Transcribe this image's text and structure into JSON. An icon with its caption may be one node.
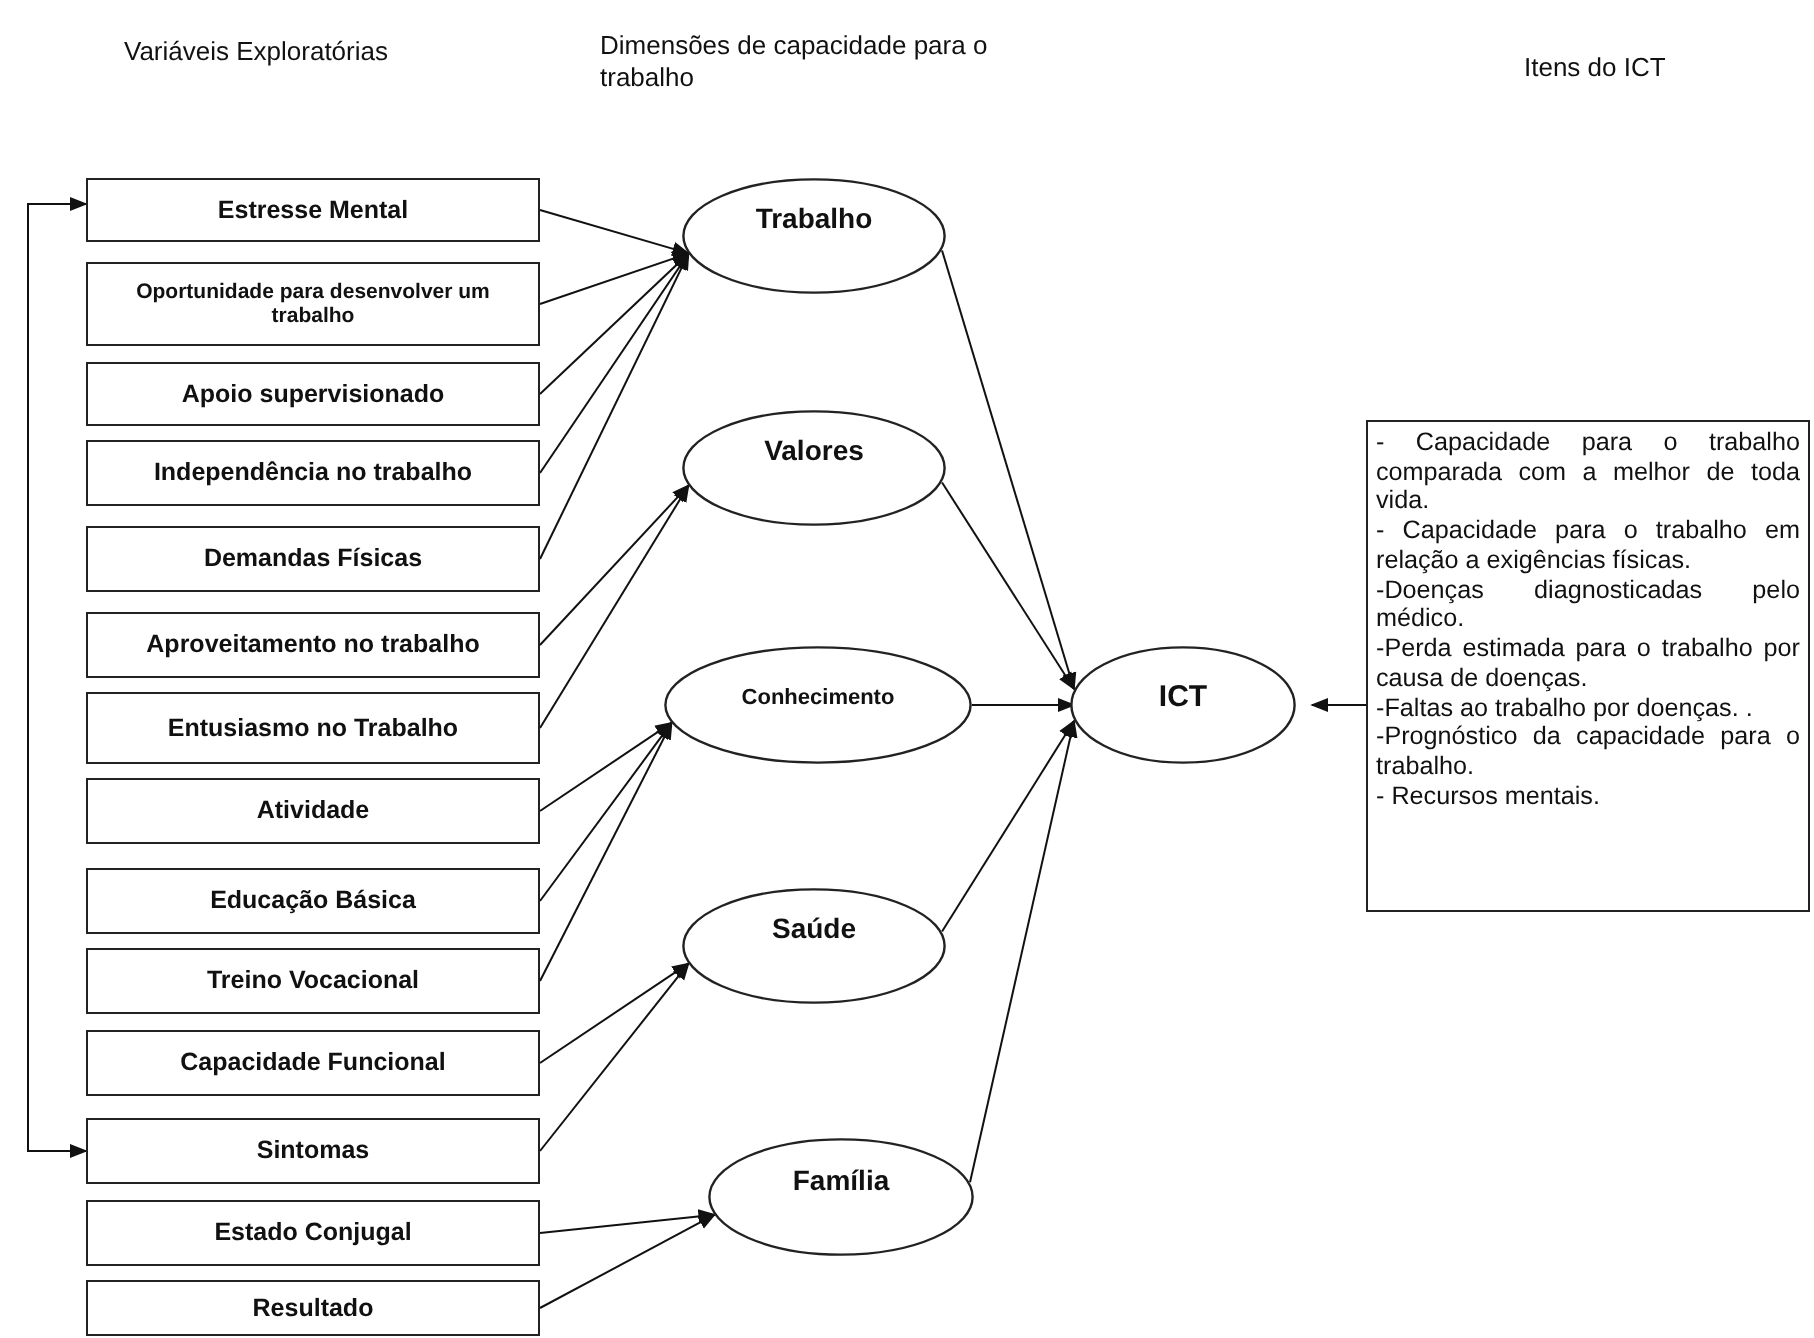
{
  "diagram": {
    "nodes": [
      {
        "text": [
          "Estresse Mental"
        ]
      },
      {
        "text": [
          "Oportunidade para desenvolver um trabalho"
        ]
      },
      {
        "text": [
          "Apoio supervisionado"
        ]
      },
      {
        "text": [
          "Independência **no** trabalho"
        ]
      },
      {
        "text": [
          "Demandas Físicas"
        ]
      },
      {
        "text": [
          "Aproveitamento no trabalho"
        ]
      },
      {
        "text": [
          "Entusiasmo no Trabalho"
        ]
      },
      {
        "text": [
          "Atividade"
        ]
      },
      {
        "text": [
          "Educação Básica"
        ]
      },
      {
        "text": [
          "Treino Vocacional"
        ]
      },
      {
        "text": [
          "Capacidade Funcional"
        ]
      },
      {
        "text": [
          "Sintomas"
        ]
      },
      {
        "text": [
          "Estado Conjugal"
        ]
      },
      {
        "text": [
          "Resultado"
        ]
      },
      {
        "text": [
          "Trabalho"
        ]
      },
      {
        "text": [
          "Valores"
        ]
      },
      {
        "text": [
          "Conhecimento"
        ]
      },
      {
        "text": [
          "Saúde"
        ]
      },
      {
        "text": [
          "Família"
        ]
      },
      {
        "text": [
          "ICT"
        ]
      },
      {
        "text": [
          "- Capacidade para o trabalho comparada com a melhor de toda vida.",
          "- Capacidade para o trabalho em relação a exigências físicas.",
          "-Doenças diagnosticadas pelo médico.",
          "-Perda estimada para o trabalho por causa de doenças.",
          "-Faltas ao trabalho por doenças. .",
          "-Prognóstico da capacidade para o trabalho.",
          "- Recursos mentais."
        ]
      }
    ],
    "edges": [
      {
        "from": 11,
        "to": 0,
        "arrow": "both"
      },
      {
        "from": 0,
        "to": 14,
        "arrow": "to"
      },
      {
        "from": 1,
        "to": 14,
        "arrow": "to"
      },
      {
        "from": 2,
        "to": 14,
        "arrow": "to"
      },
      {
        "from": 3,
        "to": 14,
        "arrow": "to"
      },
      {
        "from": 4,
        "to": 14,
        "arrow": "to"
      },
      {
        "from": 5,
        "to": 15,
        "arrow": "to"
      },
      {
        "from": 6,
        "to": 15,
        "arrow": "to"
      },
      {
        "from": 7,
        "to": 16,
        "arrow": "to"
      },
      {
        "from": 8,
        "to": 16,
        "arrow": "to"
      },
      {
        "from": 9,
        "to": 16,
        "arrow": "to"
      },
      {
        "from": 10,
        "to": 17,
        "arrow": "to"
      },
      {
        "from": 11,
        "to": 17,
        "arrow": "to"
      },
      {
        "from": 12,
        "to": 18,
        "arrow": "to"
      },
      {
        "from": 13,
        "to": 18,
        "arrow": "to"
      },
      {
        "from": 14,
        "to": 19,
        "arrow": "to"
      },
      {
        "from": 15,
        "to": 19,
        "arrow": "to"
      },
      {
        "from": 16,
        "to": 19,
        "arrow": "to"
      },
      {
        "from": 17,
        "to": 19,
        "arrow": "to"
      },
      {
        "from": 18,
        "to": 19,
        "arrow": "to"
      },
      {
        "from": 20,
        "to": 19,
        "arrow": "to"
      }
    ],
    "labels": [
      "Variáveis Exploratórias",
      "Dimensões de capacidade para o trabalho",
      "Itens do ICT"
    ]
  }
}
